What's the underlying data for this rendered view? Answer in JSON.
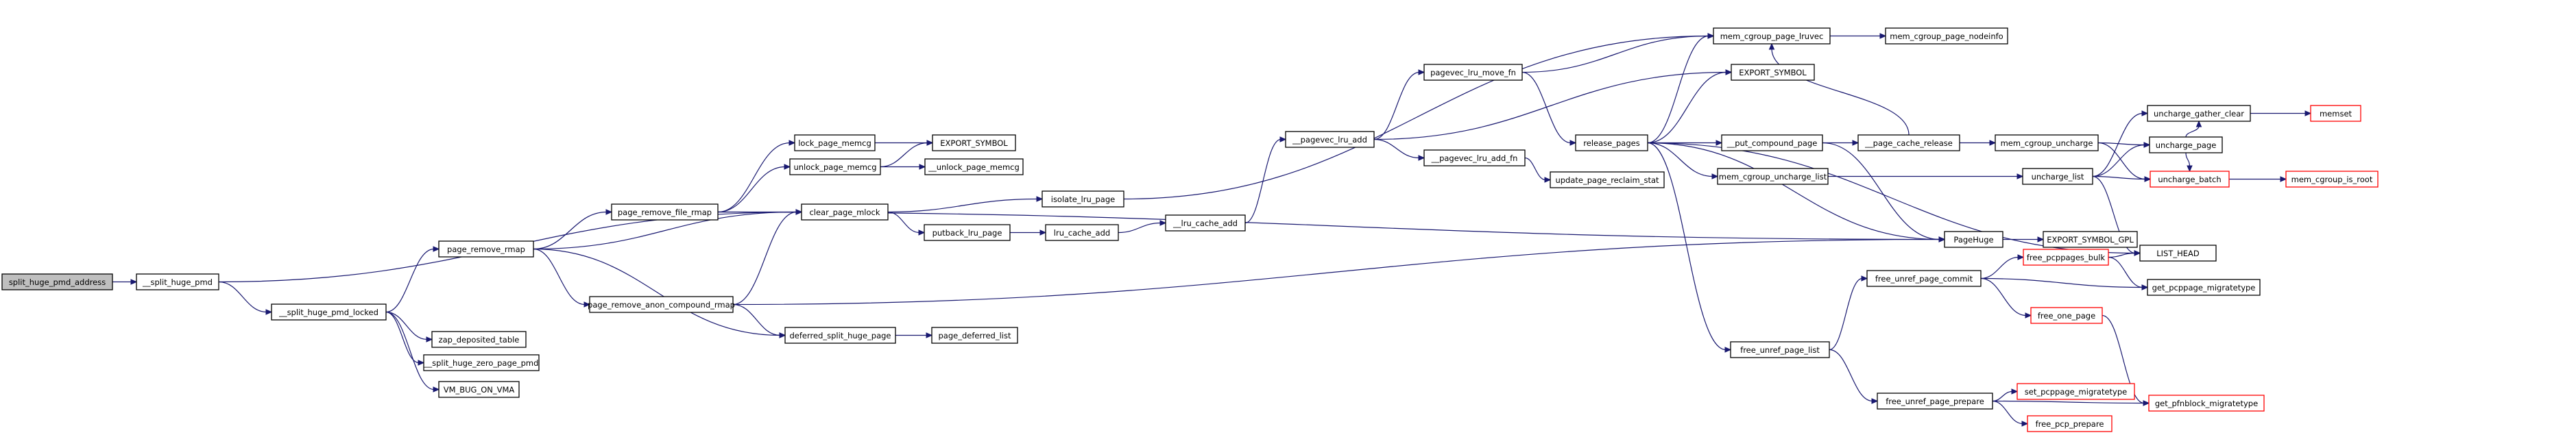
{
  "diagram": {
    "colors": {
      "edge": "#191970",
      "node_border": "#000000",
      "root_fill": "#bfbfbf",
      "truncated_border": "#ff0000"
    },
    "nodes": [
      {
        "id": "split_huge_pmd_address",
        "label": "split_huge_pmd_address",
        "root": true
      },
      {
        "id": "__split_huge_pmd",
        "label": "__split_huge_pmd"
      },
      {
        "id": "__split_huge_pmd_locked",
        "label": "__split_huge_pmd_locked"
      },
      {
        "id": "zap_deposited_table",
        "label": "zap_deposited_table"
      },
      {
        "id": "__split_huge_zero_page_pmd",
        "label": "__split_huge_zero_page_pmd"
      },
      {
        "id": "VM_BUG_ON_VMA",
        "label": "VM_BUG_ON_VMA"
      },
      {
        "id": "page_remove_rmap",
        "label": "page_remove_rmap"
      },
      {
        "id": "page_remove_file_rmap",
        "label": "page_remove_file_rmap"
      },
      {
        "id": "page_remove_anon_compound_rmap",
        "label": "page_remove_anon_compound_rmap"
      },
      {
        "id": "lock_page_memcg",
        "label": "lock_page_memcg"
      },
      {
        "id": "unlock_page_memcg",
        "label": "unlock_page_memcg"
      },
      {
        "id": "EXPORT_SYMBOL_1",
        "label": "EXPORT_SYMBOL"
      },
      {
        "id": "__unlock_page_memcg",
        "label": "__unlock_page_memcg"
      },
      {
        "id": "clear_page_mlock",
        "label": "clear_page_mlock"
      },
      {
        "id": "deferred_split_huge_page",
        "label": "deferred_split_huge_page"
      },
      {
        "id": "page_deferred_list",
        "label": "page_deferred_list"
      },
      {
        "id": "isolate_lru_page",
        "label": "isolate_lru_page"
      },
      {
        "id": "putback_lru_page",
        "label": "putback_lru_page"
      },
      {
        "id": "lru_cache_add",
        "label": "lru_cache_add"
      },
      {
        "id": "__lru_cache_add",
        "label": "__lru_cache_add"
      },
      {
        "id": "__pagevec_lru_add",
        "label": "__pagevec_lru_add"
      },
      {
        "id": "pagevec_lru_move_fn",
        "label": "pagevec_lru_move_fn"
      },
      {
        "id": "__pagevec_lru_add_fn",
        "label": "__pagevec_lru_add_fn"
      },
      {
        "id": "update_page_reclaim_stat",
        "label": "update_page_reclaim_stat"
      },
      {
        "id": "release_pages",
        "label": "release_pages"
      },
      {
        "id": "EXPORT_SYMBOL_2",
        "label": "EXPORT_SYMBOL"
      },
      {
        "id": "mem_cgroup_page_lruvec",
        "label": "mem_cgroup_page_lruvec"
      },
      {
        "id": "mem_cgroup_page_nodeinfo",
        "label": "mem_cgroup_page_nodeinfo"
      },
      {
        "id": "__put_compound_page",
        "label": "__put_compound_page"
      },
      {
        "id": "__page_cache_release",
        "label": "__page_cache_release"
      },
      {
        "id": "mem_cgroup_uncharge",
        "label": "mem_cgroup_uncharge"
      },
      {
        "id": "mem_cgroup_uncharge_list",
        "label": "mem_cgroup_uncharge_list"
      },
      {
        "id": "uncharge_list",
        "label": "uncharge_list"
      },
      {
        "id": "uncharge_page",
        "label": "uncharge_page"
      },
      {
        "id": "uncharge_gather_clear",
        "label": "uncharge_gather_clear"
      },
      {
        "id": "memset",
        "label": "memset",
        "truncated": true
      },
      {
        "id": "uncharge_batch",
        "label": "uncharge_batch",
        "truncated": true
      },
      {
        "id": "mem_cgroup_is_root",
        "label": "mem_cgroup_is_root",
        "truncated": true
      },
      {
        "id": "LIST_HEAD",
        "label": "LIST_HEAD"
      },
      {
        "id": "PageHuge",
        "label": "PageHuge"
      },
      {
        "id": "EXPORT_SYMBOL_GPL",
        "label": "EXPORT_SYMBOL_GPL"
      },
      {
        "id": "free_unref_page_list",
        "label": "free_unref_page_list"
      },
      {
        "id": "free_unref_page_commit",
        "label": "free_unref_page_commit"
      },
      {
        "id": "free_pcppages_bulk",
        "label": "free_pcppages_bulk",
        "truncated": true
      },
      {
        "id": "get_pcppage_migratetype",
        "label": "get_pcppage_migratetype"
      },
      {
        "id": "free_one_page",
        "label": "free_one_page",
        "truncated": true
      },
      {
        "id": "free_unref_page_prepare",
        "label": "free_unref_page_prepare"
      },
      {
        "id": "set_pcppage_migratetype",
        "label": "set_pcppage_migratetype",
        "truncated": true
      },
      {
        "id": "free_pcp_prepare",
        "label": "free_pcp_prepare",
        "truncated": true
      },
      {
        "id": "get_pfnblock_migratetype",
        "label": "get_pfnblock_migratetype",
        "truncated": true
      }
    ],
    "edges": [
      [
        "split_huge_pmd_address",
        "__split_huge_pmd"
      ],
      [
        "__split_huge_pmd",
        "clear_page_mlock"
      ],
      [
        "__split_huge_pmd",
        "__split_huge_pmd_locked"
      ],
      [
        "__split_huge_pmd_locked",
        "page_remove_rmap"
      ],
      [
        "__split_huge_pmd_locked",
        "zap_deposited_table"
      ],
      [
        "__split_huge_pmd_locked",
        "__split_huge_zero_page_pmd"
      ],
      [
        "__split_huge_pmd_locked",
        "VM_BUG_ON_VMA"
      ],
      [
        "page_remove_rmap",
        "page_remove_file_rmap"
      ],
      [
        "page_remove_rmap",
        "clear_page_mlock"
      ],
      [
        "page_remove_rmap",
        "page_remove_anon_compound_rmap"
      ],
      [
        "page_remove_rmap",
        "deferred_split_huge_page"
      ],
      [
        "page_remove_file_rmap",
        "lock_page_memcg"
      ],
      [
        "page_remove_file_rmap",
        "unlock_page_memcg"
      ],
      [
        "page_remove_file_rmap",
        "clear_page_mlock"
      ],
      [
        "page_remove_file_rmap",
        "PageHuge"
      ],
      [
        "lock_page_memcg",
        "EXPORT_SYMBOL_1"
      ],
      [
        "unlock_page_memcg",
        "EXPORT_SYMBOL_1"
      ],
      [
        "unlock_page_memcg",
        "__unlock_page_memcg"
      ],
      [
        "page_remove_anon_compound_rmap",
        "clear_page_mlock"
      ],
      [
        "page_remove_anon_compound_rmap",
        "deferred_split_huge_page"
      ],
      [
        "page_remove_anon_compound_rmap",
        "PageHuge"
      ],
      [
        "deferred_split_huge_page",
        "page_deferred_list"
      ],
      [
        "clear_page_mlock",
        "isolate_lru_page"
      ],
      [
        "clear_page_mlock",
        "putback_lru_page"
      ],
      [
        "isolate_lru_page",
        "mem_cgroup_page_lruvec"
      ],
      [
        "putback_lru_page",
        "lru_cache_add"
      ],
      [
        "lru_cache_add",
        "__lru_cache_add"
      ],
      [
        "__lru_cache_add",
        "__pagevec_lru_add"
      ],
      [
        "__pagevec_lru_add",
        "pagevec_lru_move_fn"
      ],
      [
        "__pagevec_lru_add",
        "__pagevec_lru_add_fn"
      ],
      [
        "__pagevec_lru_add",
        "EXPORT_SYMBOL_2"
      ],
      [
        "pagevec_lru_move_fn",
        "mem_cgroup_page_lruvec"
      ],
      [
        "pagevec_lru_move_fn",
        "release_pages"
      ],
      [
        "__pagevec_lru_add_fn",
        "update_page_reclaim_stat"
      ],
      [
        "release_pages",
        "EXPORT_SYMBOL_2"
      ],
      [
        "release_pages",
        "mem_cgroup_page_lruvec"
      ],
      [
        "release_pages",
        "__put_compound_page"
      ],
      [
        "release_pages",
        "mem_cgroup_uncharge_list"
      ],
      [
        "release_pages",
        "PageHuge"
      ],
      [
        "release_pages",
        "LIST_HEAD"
      ],
      [
        "release_pages",
        "free_unref_page_list"
      ],
      [
        "mem_cgroup_page_lruvec",
        "mem_cgroup_page_nodeinfo"
      ],
      [
        "__put_compound_page",
        "__page_cache_release"
      ],
      [
        "__put_compound_page",
        "PageHuge"
      ],
      [
        "__page_cache_release",
        "mem_cgroup_page_lruvec"
      ],
      [
        "__page_cache_release",
        "mem_cgroup_uncharge"
      ],
      [
        "mem_cgroup_uncharge",
        "uncharge_page"
      ],
      [
        "mem_cgroup_uncharge",
        "uncharge_batch"
      ],
      [
        "mem_cgroup_uncharge_list",
        "uncharge_list"
      ],
      [
        "uncharge_list",
        "uncharge_gather_clear"
      ],
      [
        "uncharge_list",
        "uncharge_page"
      ],
      [
        "uncharge_list",
        "uncharge_batch"
      ],
      [
        "uncharge_list",
        "LIST_HEAD"
      ],
      [
        "uncharge_page",
        "uncharge_gather_clear"
      ],
      [
        "uncharge_page",
        "uncharge_batch"
      ],
      [
        "uncharge_gather_clear",
        "memset"
      ],
      [
        "uncharge_batch",
        "mem_cgroup_is_root"
      ],
      [
        "PageHuge",
        "EXPORT_SYMBOL_GPL"
      ],
      [
        "free_unref_page_list",
        "free_unref_page_commit"
      ],
      [
        "free_unref_page_list",
        "free_unref_page_prepare"
      ],
      [
        "free_unref_page_commit",
        "free_pcppages_bulk"
      ],
      [
        "free_unref_page_commit",
        "get_pcppage_migratetype"
      ],
      [
        "free_unref_page_commit",
        "free_one_page"
      ],
      [
        "free_pcppages_bulk",
        "LIST_HEAD"
      ],
      [
        "free_pcppages_bulk",
        "get_pcppage_migratetype"
      ],
      [
        "free_one_page",
        "get_pfnblock_migratetype"
      ],
      [
        "free_unref_page_prepare",
        "set_pcppage_migratetype"
      ],
      [
        "free_unref_page_prepare",
        "free_pcp_prepare"
      ],
      [
        "free_unref_page_prepare",
        "get_pfnblock_migratetype"
      ]
    ]
  }
}
